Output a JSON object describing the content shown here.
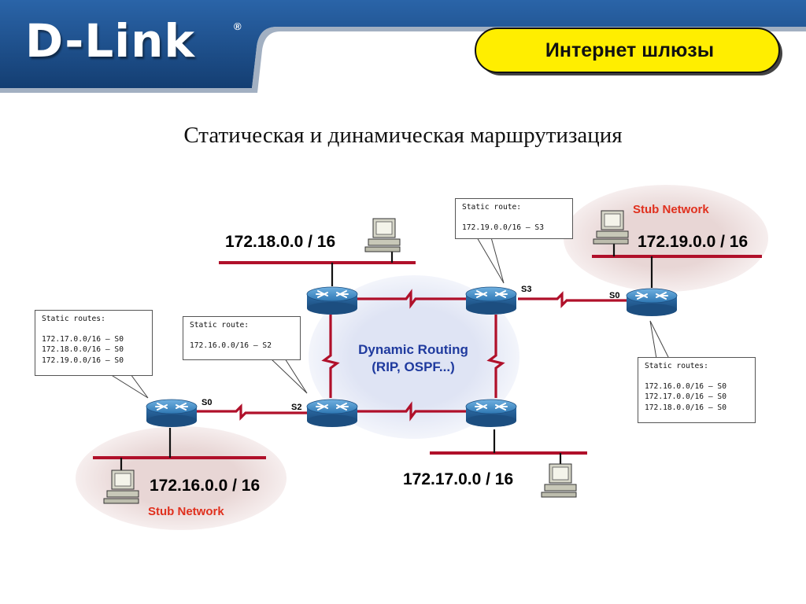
{
  "header": {
    "logo_text": "D-Link",
    "logo_mark": "®",
    "section_title": "Интернет шлюзы"
  },
  "slide_title": "Статическая и динамическая маршрутизация",
  "cloud": {
    "line1": "Dynamic Routing",
    "line2": "(RIP, OSPF...)"
  },
  "networks": {
    "n18": "172.18.0.0 / 16",
    "n19": "172.19.0.0 / 16",
    "n16": "172.16.0.0 / 16",
    "n17": "172.17.0.0 / 16"
  },
  "stub_label": "Stub Network",
  "interfaces": {
    "s3": "S3",
    "s0_right": "S0",
    "s0_left": "S0",
    "s2": "S2"
  },
  "callouts": {
    "left": {
      "title": "Static routes:",
      "rows": [
        "172.17.0.0/16 – S0",
        "172.18.0.0/16 – S0",
        "172.19.0.0/16 – S0"
      ]
    },
    "mid_left": {
      "title": "Static route:",
      "rows": [
        "172.16.0.0/16 – S2"
      ]
    },
    "top": {
      "title": "Static route:",
      "rows": [
        "172.19.0.0/16 – S3"
      ]
    },
    "right": {
      "title": "Static routes:",
      "rows": [
        "172.16.0.0/16 – S0",
        "172.17.0.0/16 – S0",
        "172.18.0.0/16 – S0"
      ]
    }
  },
  "colors": {
    "header_blue": "#1c4f8e",
    "pill_yellow": "#ffee00",
    "link_red": "#b0102a",
    "stub_red": "#e0301e",
    "router_blue": "#3d82ba",
    "cloud_blue": "#dde3f3",
    "stub_pink": "#ead9d8"
  }
}
